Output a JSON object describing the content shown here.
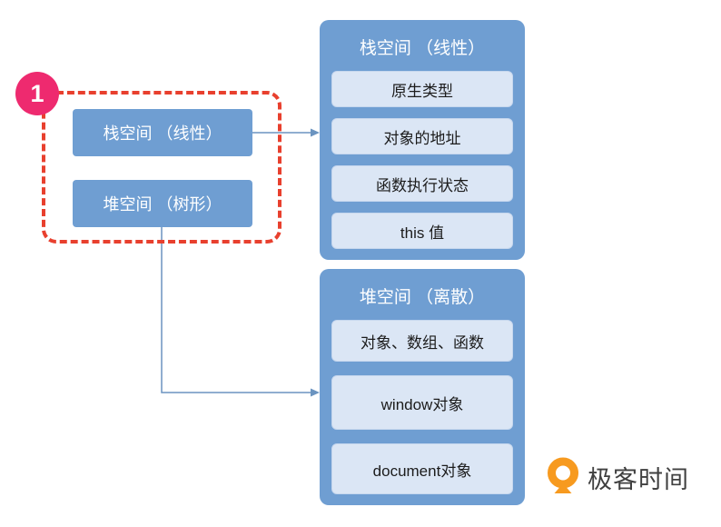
{
  "badge": {
    "label": "1"
  },
  "source_group": {
    "items": [
      {
        "label": "栈空间 （线性）"
      },
      {
        "label": "堆空间 （树形）"
      }
    ]
  },
  "stack_panel": {
    "title": "栈空间 （线性）",
    "items": [
      "原生类型",
      "对象的地址",
      "函数执行状态",
      "this 值"
    ]
  },
  "heap_panel": {
    "title": "堆空间 （离散）",
    "items": [
      "对象、数组、函数",
      "window对象",
      "document对象"
    ]
  },
  "logo": {
    "text": "极客时间"
  },
  "colors": {
    "box_blue": "#6f9ed2",
    "item_bg": "#dbe6f5",
    "dashed_red": "#e8402e",
    "badge_pink": "#ee2a6f",
    "arrow_blue": "#6b94c0",
    "logo_orange": "#f79a1f"
  }
}
